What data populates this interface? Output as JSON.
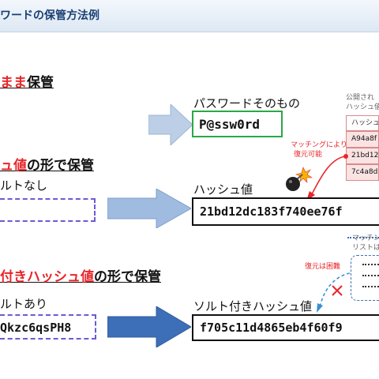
{
  "title": "ワードの保管方法例",
  "section1": {
    "heading_red": "まま",
    "heading_black": "保管",
    "result_label": "パスワードそのもの",
    "result_value": "P@ssw0rd"
  },
  "section2": {
    "heading_red": "ュ値",
    "heading_black": "の形で保管",
    "salt_label": "ルトなし",
    "result_label": "ハッシュ値",
    "result_value": "21bd12dc183f740ee76f"
  },
  "section3": {
    "heading_red": "付きハッシュ値",
    "heading_black": "の形で保管",
    "salt_label": "ルトあり",
    "salt_value": "Qkzc6qsPH8",
    "result_label": "ソルト付きハッシュ値",
    "result_value": "f705c11d4865eb4f60f9"
  },
  "public_list": {
    "title_line1": "公開され",
    "title_line2": "ハッシュ値",
    "rows": [
      "ハッシュ",
      "A94a8f",
      "21bd12",
      "7c4a8d"
    ]
  },
  "annotations": {
    "match_line1": "マッチングにより",
    "match_line2": "復元可能",
    "hard_restore": "復元は困難",
    "match_list_line1": "マッチン",
    "match_list_line2": "リストは"
  },
  "colors": {
    "accent_red": "#e8262a",
    "green_box": "#2aa84a",
    "blue_dashed": "#6a5bd6",
    "arrow_light": "#a9c2de",
    "arrow_mid": "#8fb0d8",
    "arrow_dark": "#3d6fb8"
  }
}
